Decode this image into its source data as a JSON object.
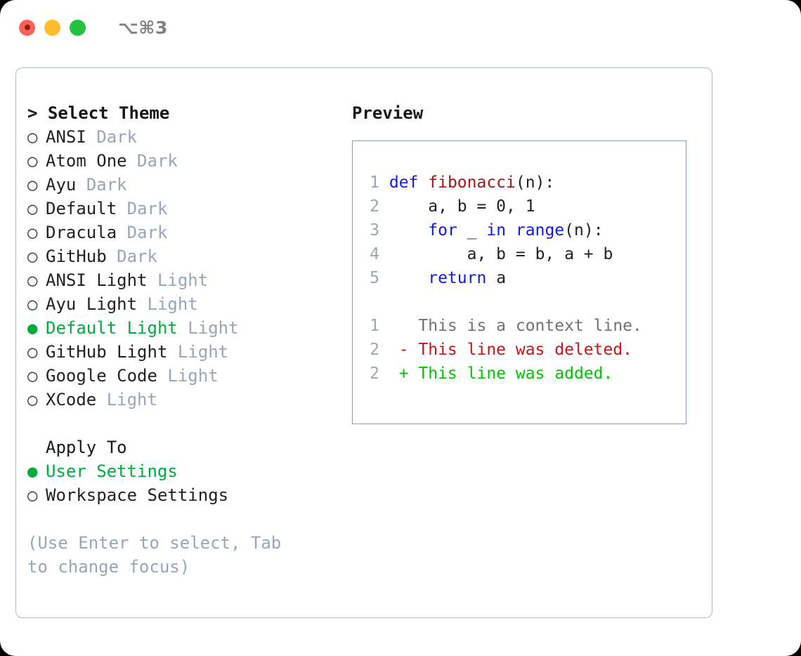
{
  "window": {
    "shortcut_title": "⌥⌘3",
    "traffic_lights": [
      "close-red",
      "minimize-yellow",
      "maximize-green"
    ]
  },
  "theme_picker": {
    "header": "> Select Theme",
    "bullet_selected": "●",
    "bullet_unselected": "○",
    "items": [
      {
        "name": "ANSI",
        "variant": "Dark",
        "selected": false
      },
      {
        "name": "Atom One",
        "variant": "Dark",
        "selected": false
      },
      {
        "name": "Ayu",
        "variant": "Dark",
        "selected": false
      },
      {
        "name": "Default",
        "variant": "Dark",
        "selected": false
      },
      {
        "name": "Dracula",
        "variant": "Dark",
        "selected": false
      },
      {
        "name": "GitHub",
        "variant": "Dark",
        "selected": false
      },
      {
        "name": "ANSI Light",
        "variant": "Light",
        "selected": false
      },
      {
        "name": "Ayu Light",
        "variant": "Light",
        "selected": false
      },
      {
        "name": "Default Light",
        "variant": "Light",
        "selected": true
      },
      {
        "name": "GitHub Light",
        "variant": "Light",
        "selected": false
      },
      {
        "name": "Google Code",
        "variant": "Light",
        "selected": false
      },
      {
        "name": "XCode",
        "variant": "Light",
        "selected": false
      }
    ]
  },
  "apply_to": {
    "label": "Apply To",
    "options": [
      {
        "name": "User Settings",
        "selected": true
      },
      {
        "name": "Workspace Settings",
        "selected": false
      }
    ]
  },
  "hint": "(Use Enter to select, Tab to change focus)",
  "preview": {
    "title": "Preview",
    "code_lines": [
      {
        "number": "1",
        "tokens": [
          {
            "text": "def ",
            "style": "kw"
          },
          {
            "text": "fibonacci",
            "style": "fn"
          },
          {
            "text": "(n):",
            "style": "plain"
          }
        ]
      },
      {
        "number": "2",
        "tokens": [
          {
            "text": "    a, b = 0, 1",
            "style": "plain"
          }
        ]
      },
      {
        "number": "3",
        "tokens": [
          {
            "text": "    ",
            "style": "plain"
          },
          {
            "text": "for",
            "style": "kw"
          },
          {
            "text": " _ ",
            "style": "plain"
          },
          {
            "text": "in",
            "style": "kw"
          },
          {
            "text": " ",
            "style": "plain"
          },
          {
            "text": "range",
            "style": "kw"
          },
          {
            "text": "(n):",
            "style": "plain"
          }
        ]
      },
      {
        "number": "4",
        "tokens": [
          {
            "text": "        a, b = b, a + b",
            "style": "plain"
          }
        ]
      },
      {
        "number": "5",
        "tokens": [
          {
            "text": "    ",
            "style": "plain"
          },
          {
            "text": "return",
            "style": "kw"
          },
          {
            "text": " a",
            "style": "plain"
          }
        ]
      }
    ],
    "diff_lines": [
      {
        "number": "1",
        "marker": "  ",
        "text": "This is a context line.",
        "style": "diff-ctx"
      },
      {
        "number": "2",
        "marker": "- ",
        "text": "This line was deleted.",
        "style": "diff-del"
      },
      {
        "number": "2",
        "marker": "+ ",
        "text": "This line was added.",
        "style": "diff-add"
      }
    ]
  },
  "colors": {
    "accent_green": "#00ad3c",
    "muted": "#9aa5b5",
    "keyword_blue": "#1018f0",
    "function_red": "#ab1313",
    "diff_deleted": "#c31616",
    "diff_added": "#00c400",
    "border": "#b0b9c6",
    "preview_border": "#8d99ab"
  }
}
